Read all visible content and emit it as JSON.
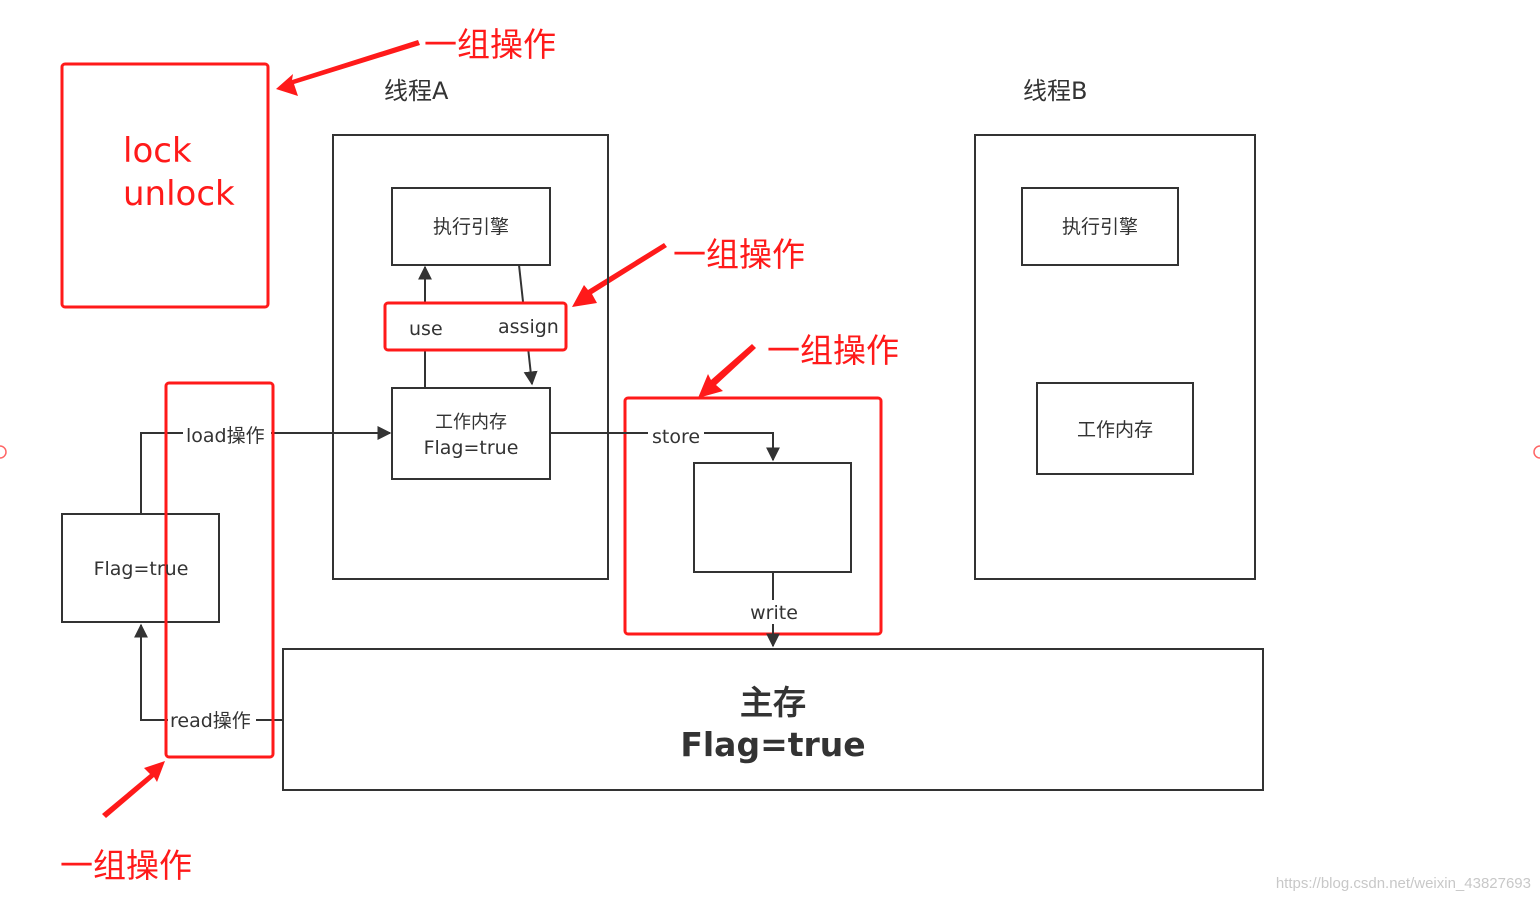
{
  "lock_box": {
    "line1": "lock",
    "line2": "unlock"
  },
  "annotation_text": "一组操作",
  "thread_a": {
    "title": "线程A",
    "engine": "执行引擎",
    "memory_line1": "工作内存",
    "memory_line2": "Flag=true",
    "use": "use",
    "assign": "assign"
  },
  "thread_b": {
    "title": "线程B",
    "engine": "执行引擎",
    "memory": "工作内存"
  },
  "ops": {
    "load": "load操作",
    "read": "read操作",
    "store": "store",
    "write": "write"
  },
  "left_box": "Flag=true",
  "main_memory": {
    "line1": "主存",
    "line2": "Flag=true"
  },
  "watermark": "https://blog.csdn.net/weixin_43827693",
  "colors": {
    "accent": "#ff1a1a",
    "line": "#333333"
  }
}
